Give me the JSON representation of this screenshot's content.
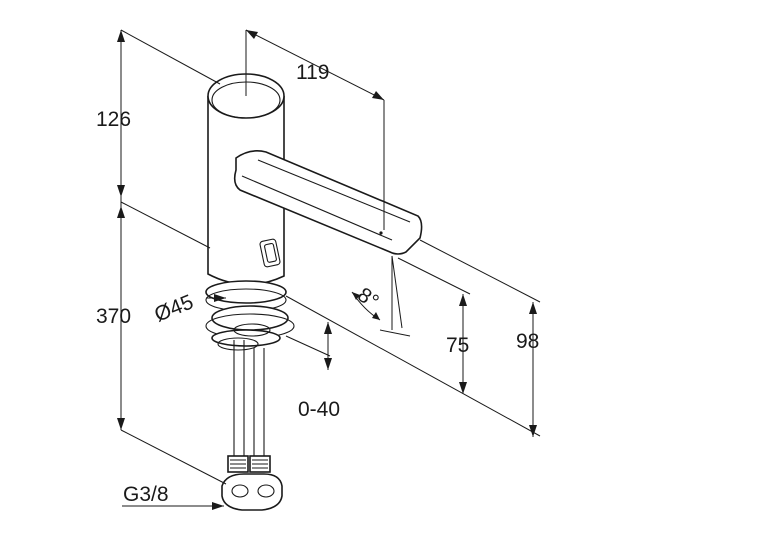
{
  "dimensions": {
    "height_top": "126",
    "spout_reach": "119",
    "height_total": "370",
    "diameter": "Ø45",
    "spout_angle": "8°",
    "height_75": "75",
    "height_98": "98",
    "adjust_range": "0-40",
    "connection_thread": "G3/8"
  },
  "colors": {
    "line": "#1a1a1a",
    "background": "#ffffff"
  }
}
